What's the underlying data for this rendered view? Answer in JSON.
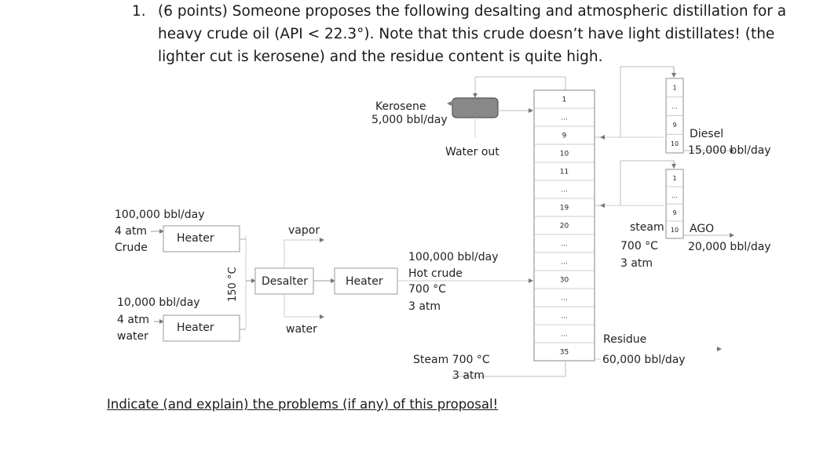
{
  "problem": {
    "number": "1.",
    "text": "(6 points) Someone proposes the following desalting and atmospheric distillation for a heavy crude oil (API < 22.3°). Note that this crude doesn’t have light distillates! (the lighter cut is kerosene) and the residue content is quite high."
  },
  "footer": "Indicate (and explain) the problems (if any) of this proposal!",
  "diagram": {
    "crude_feed": {
      "flow": "100,000 bbl/day",
      "pressure": "4 atm",
      "name": "Crude"
    },
    "water_feed": {
      "flow": "10,000 bbl/day",
      "pressure": "4 atm",
      "name": "water"
    },
    "heater_label": "Heater",
    "desalter_temp": "150 °C",
    "desalter_label": "Desalter",
    "vapor_label": "vapor",
    "water_out_bottom": "water",
    "hot_crude": {
      "flow": "100,000 bbl/day",
      "name": "Hot crude",
      "temp": "700 °C",
      "pressure": "3 atm"
    },
    "kerosene": {
      "name": "Kerosene",
      "flow": "5,000 bbl/day"
    },
    "water_out_top": "Water out",
    "steam_bottom": {
      "line1": "Steam 700 °C",
      "line2": "3 atm"
    },
    "main_trays": [
      "1",
      "...",
      "9",
      "10",
      "11",
      "...",
      "19",
      "20",
      "...",
      "...",
      "30",
      "...",
      "...",
      "...",
      "35"
    ],
    "stripper1_trays": [
      "1",
      "...",
      "9",
      "10"
    ],
    "stripper2_trays": [
      "1",
      "...",
      "9",
      "10"
    ],
    "diesel": {
      "name": "Diesel",
      "flow": "15,000 bbl/day"
    },
    "ago": {
      "name": "AGO",
      "flow": "20,000 bbl/day"
    },
    "steam_side": {
      "name": "steam",
      "temp": "700 °C",
      "pressure": "3 atm"
    },
    "residue": {
      "name": "Residue",
      "flow": "60,000 bbl/day"
    }
  }
}
